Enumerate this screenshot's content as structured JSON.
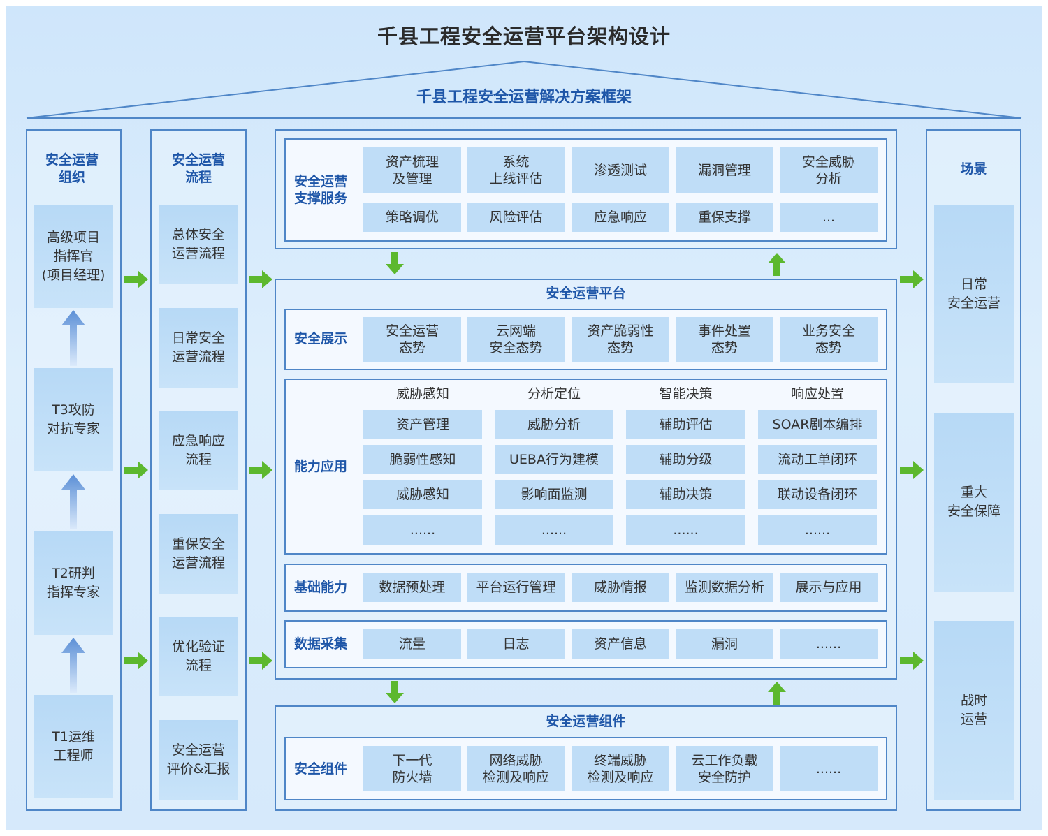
{
  "title": "千县工程安全运营平台架构设计",
  "roof_title": "千县工程安全运营解决方案框架",
  "organization": {
    "heading": "安全运营\n组织",
    "roles": [
      "高级项目\n指挥官\n(项目经理)",
      "T3攻防\n对抗专家",
      "T2研判\n指挥专家",
      "T1运维\n工程师"
    ]
  },
  "process": {
    "heading": "安全运营\n流程",
    "items": [
      "总体安全\n运营流程",
      "日常安全\n运营流程",
      "应急响应\n流程",
      "重保安全\n运营流程",
      "优化验证\n流程",
      "安全运营\n评价&汇报"
    ]
  },
  "support_services": {
    "label": "安全运营\n支撑服务",
    "row1": [
      "资产梳理\n及管理",
      "系统\n上线评估",
      "渗透测试",
      "漏洞管理",
      "安全威胁\n分析"
    ],
    "row2": [
      "策略调优",
      "风险评估",
      "应急响应",
      "重保支撑",
      "..."
    ]
  },
  "platform": {
    "title": "安全运营平台",
    "display": {
      "label": "安全展示",
      "items": [
        "安全运营\n态势",
        "云网端\n安全态势",
        "资产脆弱性\n态势",
        "事件处置\n态势",
        "业务安全\n态势"
      ]
    },
    "capability": {
      "label": "能力应用",
      "columns": [
        {
          "head": "威胁感知",
          "items": [
            "资产管理",
            "脆弱性感知",
            "威胁感知",
            "......"
          ]
        },
        {
          "head": "分析定位",
          "items": [
            "威胁分析",
            "UEBA行为建模",
            "影响面监测",
            "......"
          ]
        },
        {
          "head": "智能决策",
          "items": [
            "辅助评估",
            "辅助分级",
            "辅助决策",
            "......"
          ]
        },
        {
          "head": "响应处置",
          "items": [
            "SOAR剧本编排",
            "流动工单闭环",
            "联动设备闭环",
            "......"
          ]
        }
      ]
    },
    "foundation": {
      "label": "基础能力",
      "items": [
        "数据预处理",
        "平台运行管理",
        "威胁情报",
        "监测数据分析",
        "展示与应用"
      ]
    },
    "collection": {
      "label": "数据采集",
      "items": [
        "流量",
        "日志",
        "资产信息",
        "漏洞",
        "......"
      ]
    }
  },
  "components": {
    "title": "安全运营组件",
    "label": "安全组件",
    "items": [
      "下一代\n防火墙",
      "网络威胁\n检测及响应",
      "终端威胁\n检测及响应",
      "云工作负载\n安全防护",
      "......"
    ]
  },
  "scenes": {
    "heading": "场景",
    "items": [
      "日常\n安全运营",
      "重大\n安全保障",
      "战时\n运营"
    ]
  },
  "colors": {
    "accent": "#1e56a8",
    "border": "#4f86c7",
    "tile": "#bfddf7",
    "arrow_green": "#5cb82e",
    "arrow_blue": "#5b8fd6"
  }
}
